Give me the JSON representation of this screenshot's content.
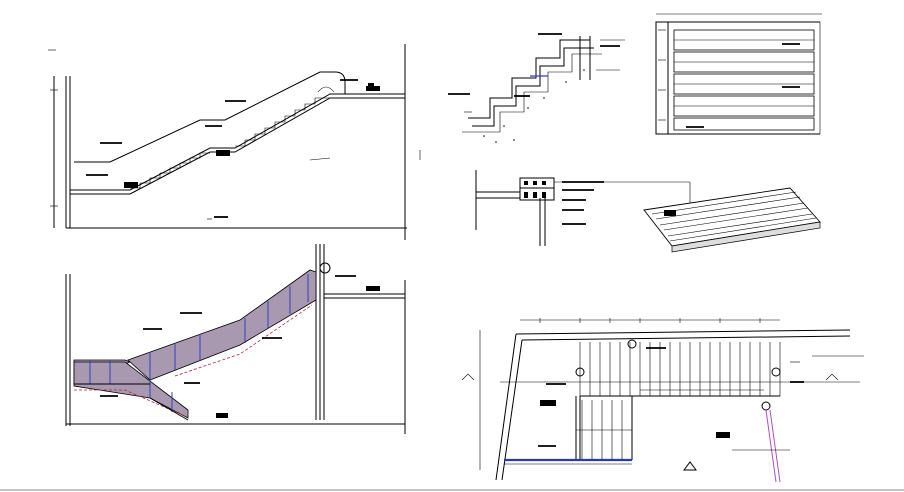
{
  "drawing": {
    "views": [
      {
        "id": "view-stair-section-upper"
      },
      {
        "id": "view-stair-section-lower"
      },
      {
        "id": "view-step-detail"
      },
      {
        "id": "view-tread-plan"
      },
      {
        "id": "view-nosing-detail"
      },
      {
        "id": "view-tread-isometric"
      },
      {
        "id": "view-stair-plan"
      }
    ],
    "colors": {
      "line": "#000000",
      "glass_fill": "#a898b0",
      "handrail_post": "#3040c0",
      "plan_band": "#2a3aa8",
      "riser_dash": "#c02030",
      "guide_line": "#b050c0"
    }
  }
}
